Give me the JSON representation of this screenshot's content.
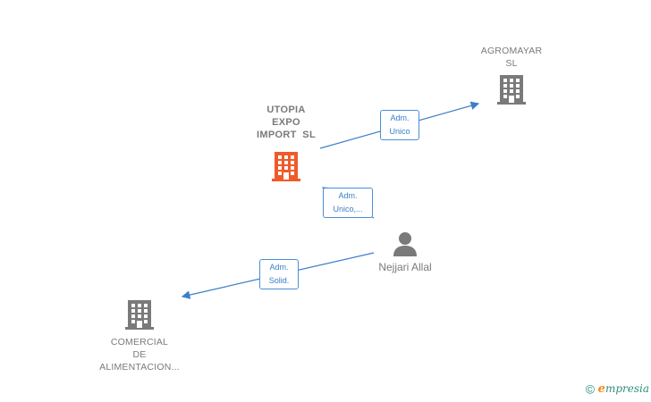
{
  "colors": {
    "highlight_company": "#f05a28",
    "company": "#7a7a7a",
    "person": "#7a7a7a",
    "edge": "#3b7fc8"
  },
  "nodes": {
    "agromayar": {
      "line1": "AGROMAYAR",
      "line2": "SL",
      "icon": "building-icon"
    },
    "utopia": {
      "line1": "UTOPIA",
      "line2": "EXPO",
      "line3": "IMPORT  SL",
      "icon": "building-icon"
    },
    "nejjari": {
      "name": "Nejjari Allal",
      "icon": "person-icon"
    },
    "comercial": {
      "line1": "COMERCIAL",
      "line2": "DE",
      "line3": "ALIMENTACION...",
      "icon": "building-icon"
    }
  },
  "edges": {
    "utopia_agromayar": {
      "line1": "Adm.",
      "line2": "Unico"
    },
    "nejjari_utopia": {
      "line1": "Adm.",
      "line2": "Unico,..."
    },
    "nejjari_comercial": {
      "line1": "Adm.",
      "line2": "Solid."
    }
  },
  "brand": {
    "copyright": "©",
    "e": "e",
    "rest": "mpresia"
  }
}
